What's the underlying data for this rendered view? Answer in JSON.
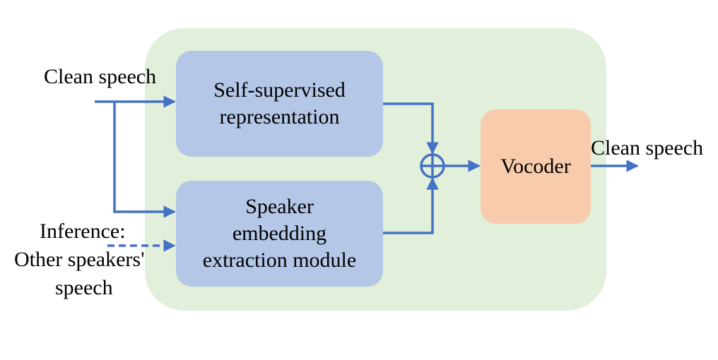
{
  "diagram": {
    "input_label": "Clean speech",
    "inference_label_lines": [
      "Inference:",
      "Other speakers'",
      "speech"
    ],
    "ssr_lines": [
      "Self-supervised",
      "representation"
    ],
    "speaker_lines": [
      "Speaker",
      "embedding",
      "extraction module"
    ],
    "vocoder_label": "Vocoder",
    "output_label": "Clean speech",
    "colors": {
      "panel": "#e2efda",
      "blue_box": "#b4c7e7",
      "vocoder_box": "#f8cbad",
      "arrow": "#4472c4"
    }
  }
}
